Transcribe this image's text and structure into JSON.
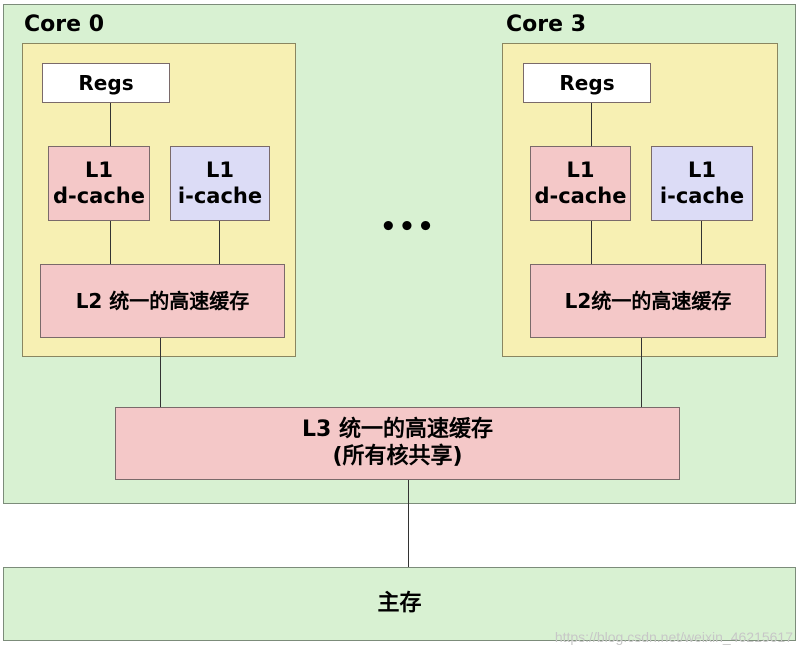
{
  "cores": [
    {
      "label": "Core 0",
      "regs": "Regs",
      "l1d": {
        "line1": "L1",
        "line2": "d-cache"
      },
      "l1i": {
        "line1": "L1",
        "line2": "i-cache"
      },
      "l2": "L2 统一的高速缓存"
    },
    {
      "label": "Core 3",
      "regs": "Regs",
      "l1d": {
        "line1": "L1",
        "line2": "d-cache"
      },
      "l1i": {
        "line1": "L1",
        "line2": "i-cache"
      },
      "l2": "L2统一的高速缓存"
    }
  ],
  "ellipsis": "•••",
  "l3": {
    "line1": "L3 统一的高速缓存",
    "line2": "(所有核共享)"
  },
  "main_memory": "主存",
  "watermark": "https://blog.csdn.net/weixin_46215617",
  "colors": {
    "chip_bg": "#d8f1d2",
    "core_bg": "#f7f0b3",
    "cache_pink": "#f4c8c8",
    "icache_lavender": "#dcdcf6"
  }
}
